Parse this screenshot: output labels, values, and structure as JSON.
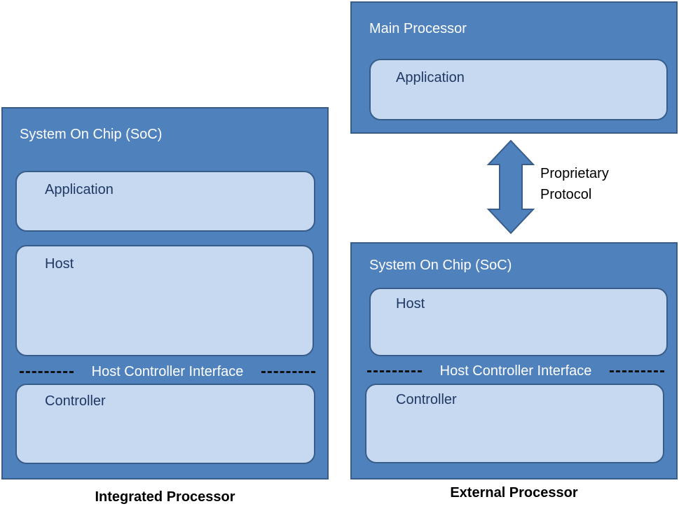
{
  "colors": {
    "outer_fill": "#4f81bd",
    "outer_border": "#385d8a",
    "inner_fill": "#c6d9f1",
    "inner_text": "#1f3864",
    "hci_dash": "#111111"
  },
  "integrated": {
    "soc_title": "System On Chip (SoC)",
    "application": "Application",
    "host": "Host",
    "hci": "Host Controller Interface",
    "controller": "Controller",
    "caption": "Integrated Processor"
  },
  "external": {
    "main_title": "Main Processor",
    "main_application": "Application",
    "protocol_line1": "Proprietary",
    "protocol_line2": "Protocol",
    "soc_title": "System On Chip (SoC)",
    "host": "Host",
    "hci": "Host Controller Interface",
    "controller": "Controller",
    "caption": "External Processor"
  }
}
